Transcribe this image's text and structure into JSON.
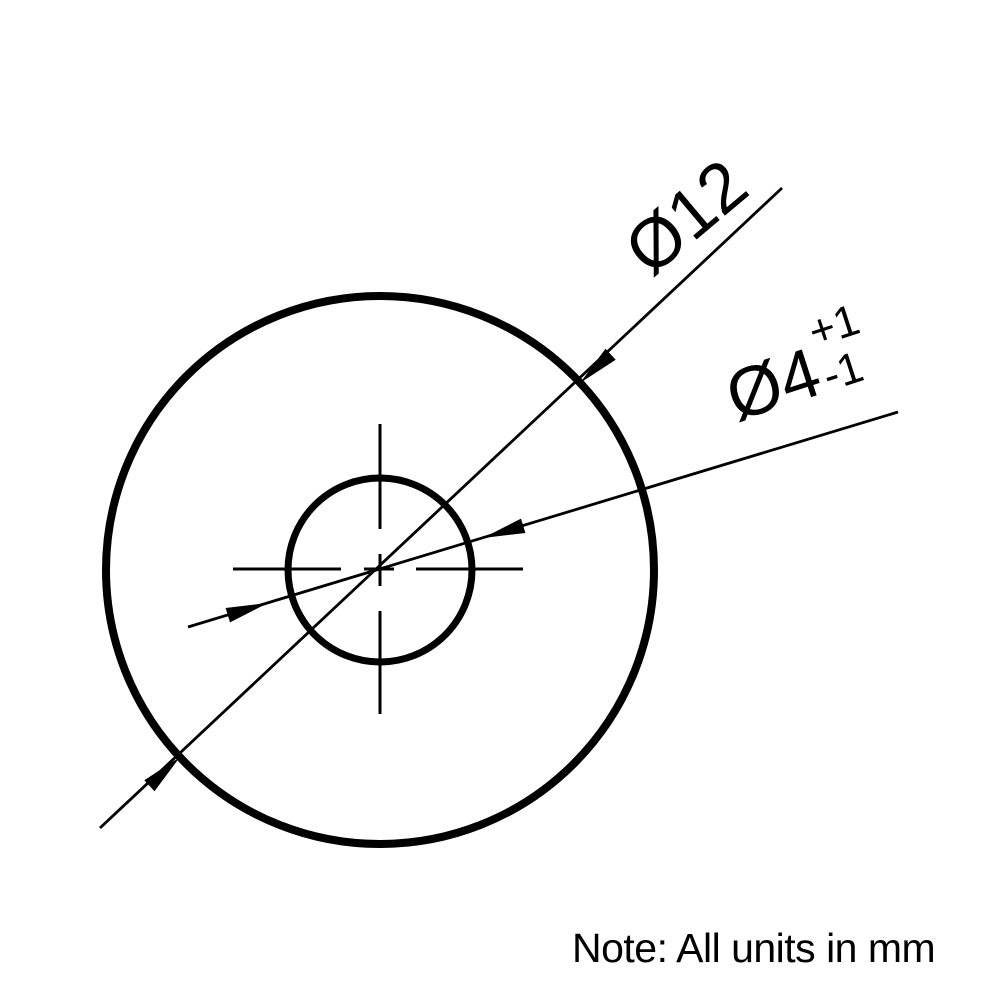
{
  "figure": {
    "kind": "engineering-drawing",
    "background_color": "#ffffff",
    "ink_color": "#000000",
    "outer_dimension": {
      "label": "Ø12",
      "diameter_mm": 12
    },
    "inner_dimension": {
      "label": "Ø4",
      "tolerance_plus": "+1",
      "tolerance_minus": "-1",
      "diameter_mm": 4
    },
    "note": "Note: All units in mm"
  }
}
